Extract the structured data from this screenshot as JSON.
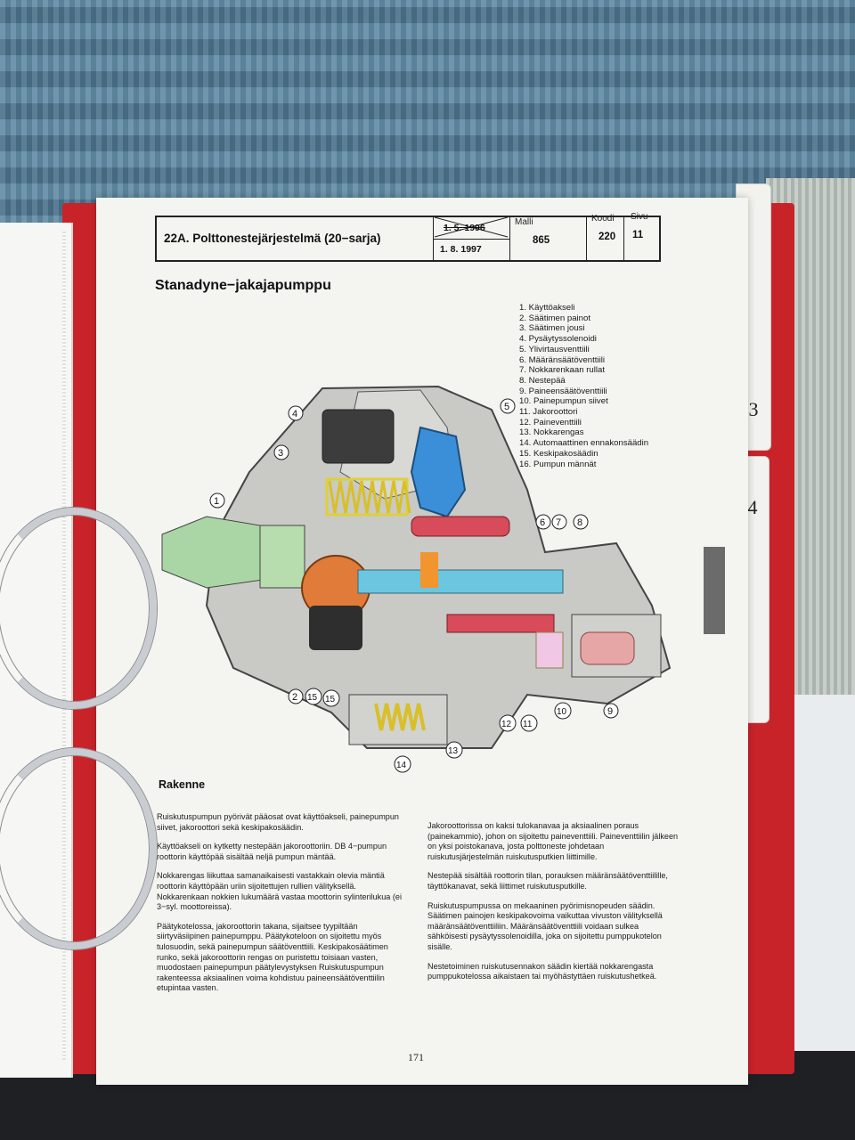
{
  "header": {
    "title": "22A. Polttonestejärjestelmä (20−sarja)",
    "date_old": "1. 5. 1996",
    "date_new": "1. 8. 1997",
    "malli_label": "Malli",
    "malli_value": "865",
    "koodi_label": "Koodi",
    "koodi_value": "220",
    "sivu_label": "Sivu",
    "sivu_value": "11"
  },
  "page_heading": "Stanadyne−jakajapumppu",
  "legend": [
    "1. Käyttöakseli",
    "2. Säätimen painot",
    "3. Säätimen jousi",
    "4. Pysäytyssolenoidi",
    "5. Ylivirtausventtiili",
    "6. Määränsäätöventtiili",
    "7. Nokkarenkaan rullat",
    "8. Nestepää",
    "9. Paineensäätöventtiili",
    "10. Painepumpun siivet",
    "11. Jakoroottori",
    "12. Paineventtiili",
    "13. Nokkarengas",
    "14. Automaattinen ennakonsäädin",
    "15. Keskipakosäädin",
    "16. Pumpun männät"
  ],
  "callouts": [
    "1",
    "2",
    "3",
    "4",
    "5",
    "6",
    "7",
    "8",
    "9",
    "10",
    "11",
    "12",
    "13",
    "14",
    "15",
    "15"
  ],
  "section_title": "Rakenne",
  "left_column": [
    "Ruiskutuspumpun pyörivät pääosat ovat käyttöakseli, painepumpun siivet, jakoroottori sekä keskipakosäädin.",
    "Käyttöakseli on kytketty nestepään jakoroottoriin. DB 4−pumpun roottorin käyttöpää sisältää neljä pumpun mäntää.",
    "Nokkarengas liikuttaa samanaikaisesti vastakkain olevia mäntiä roottorin käyttöpään uriin sijoitettujen rullien välityksellä. Nokkarenkaan nokkien lukumäärä vastaa moottorin sylinterilukua (ei 3−syl. moottoreissa).",
    "Päätykotelossa, jakoroottorin takana, sijaitsee tyypiltään siirtyväsiipinen painepumppu. Päätykoteloon on sijoitettu myös tulosuodin, sekä painepumpun säätöventtiili. Keskipakosäätimen runko, sekä jakoroottorin rengas on puristettu toisiaan vasten, muodostaen painepumpun päätylevystyksen Ruiskutuspumpun rakenteessa aksiaalinen voima kohdistuu paineensäätöventtiilin etupintaa vasten."
  ],
  "right_column": [
    "Jakoroottorissa on kaksi tulokanavaa ja aksiaalinen poraus (painekammio), johon on sijoitettu paineventtiili. Paineventtiilin jälkeen on yksi poistokanava, josta polttoneste johdetaan ruiskutusjärjestelmän ruiskutusputkien liittimille.",
    "Nestepää sisältää roottorin tilan, porauksen määränsäätöventtiilille, täyttökanavat, sekä liittimet ruiskutusputkille.",
    "Ruiskutuspumpussa on mekaaninen pyörimisnopeuden säädin. Säätimen painojen keskipakovoima vaikuttaa vivuston välityksellä määränsäätöventtiiliin. Määränsäätöventtiili voidaan sulkea sähköisesti pysäytyssolenoidilla, joka on sijoitettu pumppukotelon sisälle.",
    "Nestetoiminen ruiskutusennakon säädin kiertää nokkarengasta pumppukotelossa aikaistaen tai myöhästyttäen ruiskutushetkeä."
  ],
  "page_number": "171",
  "tabs": [
    "3",
    "4"
  ]
}
